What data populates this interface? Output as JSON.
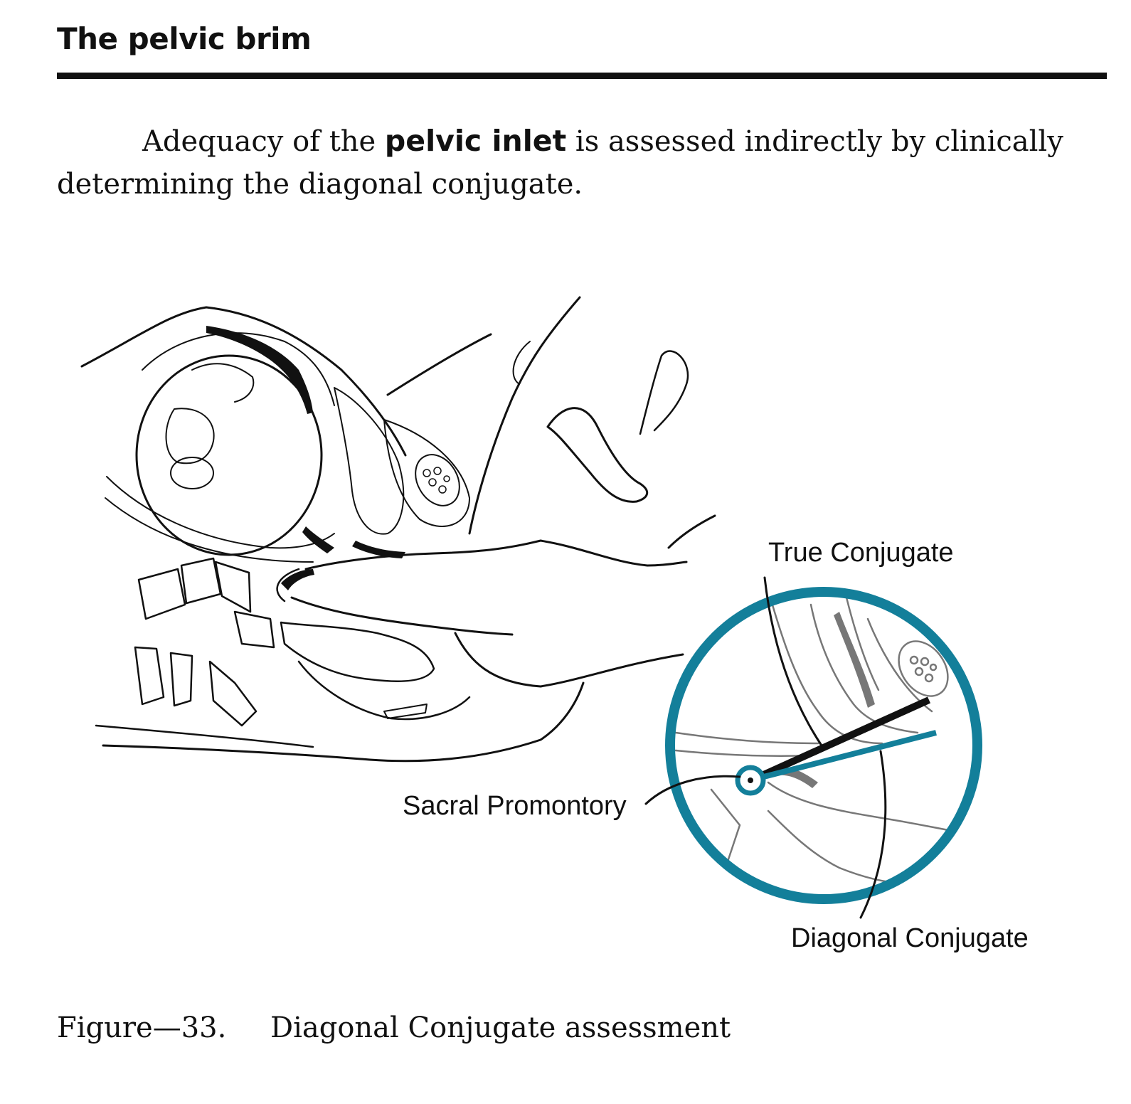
{
  "heading": {
    "title": "The pelvic brim"
  },
  "paragraph": {
    "lead": "Adequacy of the ",
    "bold_term": "pelvic inlet",
    "rest": " is assessed indirectly by clinically determining the diagonal conjugate."
  },
  "figure": {
    "callouts": {
      "true_conjugate": "True Conjugate",
      "sacral_promontory": "Sacral Promontory",
      "diagonal_conjugate": "Diagonal Conjugate"
    },
    "colors": {
      "accent": "#137f9a",
      "line_art": "#111111",
      "detail_gray": "#777777"
    }
  },
  "caption": {
    "number": "Figure—33.",
    "text": "Diagonal Conjugate assessment"
  }
}
